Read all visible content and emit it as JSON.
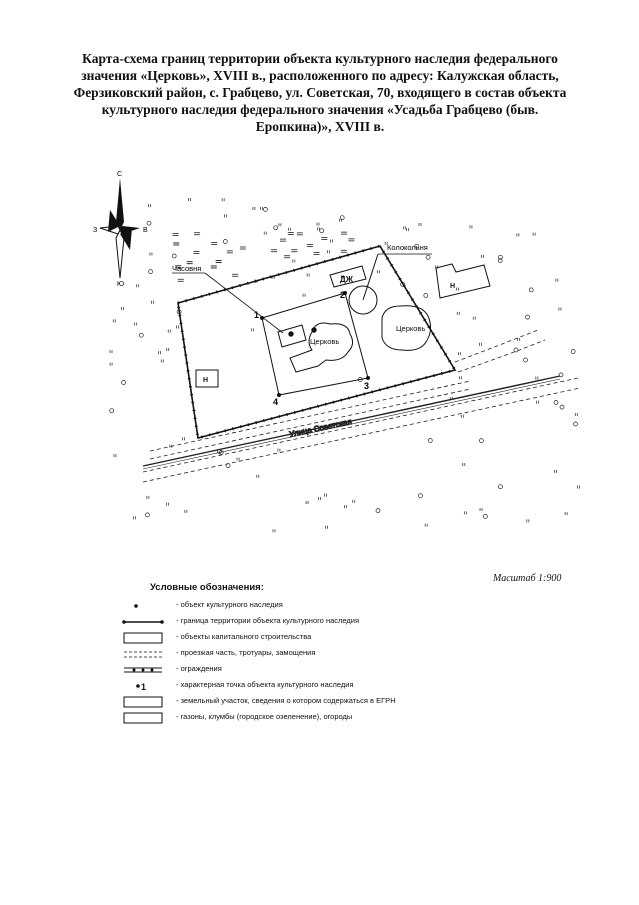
{
  "title": {
    "lines": [
      "Карта-схема границ территории объекта культурного наследия  федерального",
      "значения «Церковь», XVIII в., расположенного по адресу: Калужская область,",
      "Ферзиковский район, с. Грабцево, ул. Советская, 70, входящего в состав объекта",
      "культурного наследия федерального значения «Усадьба Грабцево (быв.",
      "Еропкина)», XVIII в."
    ]
  },
  "compass": {
    "north": "С",
    "south": "Ю",
    "west": "З",
    "east": "В"
  },
  "map_labels": {
    "chapel": "Часовня",
    "bell_tower": "Колокольня",
    "church_main": "Церковь",
    "church_east": "Церковь",
    "dzh": "ДЖ",
    "n1": "Н",
    "n2": "Н",
    "street": "Улица Советская",
    "pt1": "1",
    "pt2": "2",
    "pt3": "3",
    "pt4": "4"
  },
  "scale": "Масштаб 1:900",
  "legend": {
    "title": "Условные обозначения:",
    "items": [
      "- объект культурного наследия",
      "- граница территории объекта культурного наследия",
      "- объекты капитального строительства",
      "- проезжая часть, тротуары, замощения",
      "- ограждения",
      "- характерная точка объекта культурного наследия",
      "- земельный участок, сведения о котором содержаться в ЕГРН",
      "- газоны, клумбы (городское озеленение), огороды"
    ],
    "point_label": "1"
  },
  "colors": {
    "ink": "#111111"
  }
}
